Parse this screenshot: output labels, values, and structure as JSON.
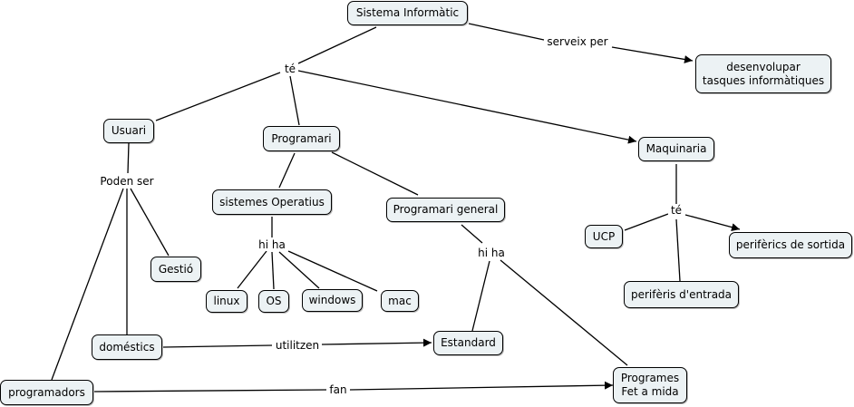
{
  "concept_map": {
    "nodes": {
      "sistema": "Sistema Informàtic",
      "desenvolupar": "desenvolupar\ntasques informàtiques",
      "usuari": "Usuari",
      "programari": "Programari",
      "maquinaria": "Maquinaria",
      "sistemes_operatius": "sistemes Operatius",
      "programari_general": "Programari general",
      "gestio": "Gestió",
      "linux": "linux",
      "os": "OS",
      "windows": "windows",
      "mac": "mac",
      "ucp": "UCP",
      "periferics_sortida": "perifèrics de sortida",
      "periferis_entrada": "perifèris d'entrada",
      "domestics": "doméstics",
      "estandard": "Estandard",
      "programadors": "programadors",
      "programes_mida": "Programes\nFet a mida"
    },
    "link_labels": {
      "te_main": "té",
      "serveix_per": "serveix per",
      "poden_ser": "Poden ser",
      "hi_ha_so": "hi ha",
      "hi_ha_general": "hi ha",
      "te_maq": "té",
      "utilitzen": "utilitzen",
      "fan": "fan"
    },
    "colors": {
      "node_fill": "#ecf2f4",
      "node_border": "#000000",
      "line": "#000000"
    }
  }
}
